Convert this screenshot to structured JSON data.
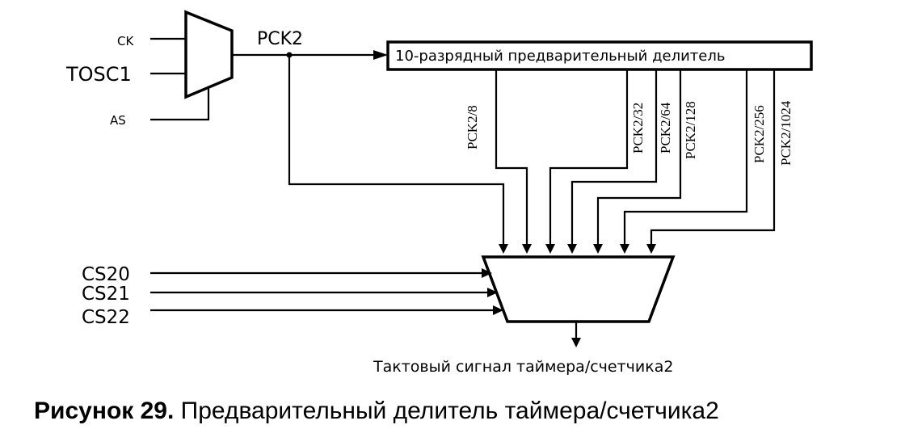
{
  "inputs": {
    "ck": "CK",
    "tosc1": "TOSC1",
    "as": "AS"
  },
  "pck_label": "PCK2",
  "prescaler_label": "10-разрядный предварительный делитель",
  "taps": [
    "PCK2/8",
    "PCK2/32",
    "PCK2/64",
    "PCK2/128",
    "PCK2/256",
    "PCK2/1024"
  ],
  "selects": [
    "CS20",
    "CS21",
    "CS22"
  ],
  "output_label": "Тактовый сигнал таймера/счетчика2",
  "caption": {
    "number": "Рисунок 29.",
    "text": " Предварительный делитель таймера/счетчика2"
  }
}
